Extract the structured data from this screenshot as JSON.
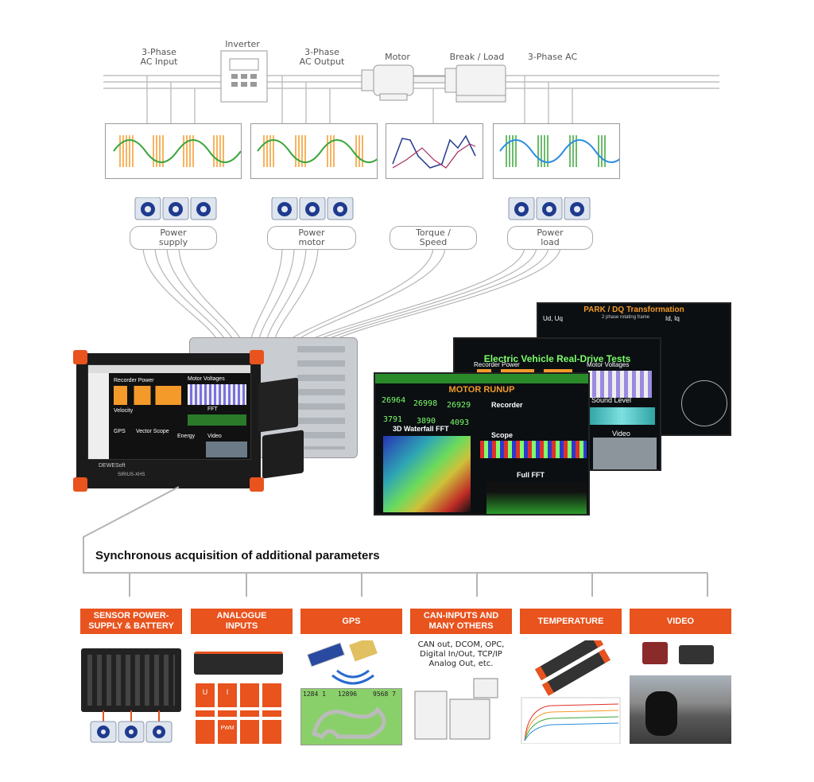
{
  "top_labels": {
    "ac_input": "3-Phase\nAC Input",
    "inverter": "Inverter",
    "ac_output": "3-Phase\nAC Output",
    "motor": "Motor",
    "break_load": "Break / Load",
    "ac_3phase": "3-Phase AC"
  },
  "groups": {
    "power_supply": "Power\nsupply",
    "power_motor": "Power\nmotor",
    "torque_speed": "Torque /\nSpeed",
    "power_load": "Power\nload"
  },
  "screens": {
    "park": "PARK / DQ Transformation",
    "park_ud": "Ud, Uq",
    "park_sub": "2 phase rotating frame",
    "park_id": "Id, Iq",
    "ev": "Electric Vehicle Real-Drive Tests",
    "ev_recorder": "Recorder Power",
    "ev_motor_voltages": "Motor Voltages",
    "ev_sound": "Sound Level",
    "ev_video": "Video",
    "runup": "MOTOR RUNUP",
    "runup_recorder": "Recorder",
    "runup_scope": "Scope",
    "runup_waterfall": "3D Waterfall FFT",
    "runup_fullfft": "Full FFT",
    "runup_nums": [
      "26964",
      "26998",
      "26929",
      "3791",
      "3890",
      "4093"
    ]
  },
  "instrument": {
    "recorder_power": "Recorder Power",
    "motor_voltages": "Motor Voltages",
    "velocity": "Velocity",
    "fft": "FFT",
    "gps": "GPS",
    "vector_scope": "Vector Scope",
    "energy": "Energy",
    "video": "Video",
    "brand": "DEWESoft",
    "model": "SIRIUS-XHS"
  },
  "heading": "Synchronous acquisition of additional parameters",
  "categories": [
    {
      "label": "SENSOR POWER-\nSUPPLY & BATTERY"
    },
    {
      "label": "ANALOGUE\nINPUTS"
    },
    {
      "label": "GPS"
    },
    {
      "label": "CAN-INPUTS AND\nMANY OTHERS"
    },
    {
      "label": "TEMPERATURE"
    },
    {
      "label": "VIDEO"
    }
  ],
  "can_text": "CAN out, DCOM, OPC,\nDigital In/Out, TCP/IP\nAnalog Out, etc.",
  "analog_icons": [
    "U",
    "I",
    "PWM"
  ],
  "gps_nums": [
    "1284 1",
    "12896",
    "9568 7"
  ],
  "colors": {
    "accent": "#e8531e",
    "wave_green": "#3aa63a",
    "wave_orange": "#f39a2a",
    "screen_bg": "#0b0f12"
  }
}
